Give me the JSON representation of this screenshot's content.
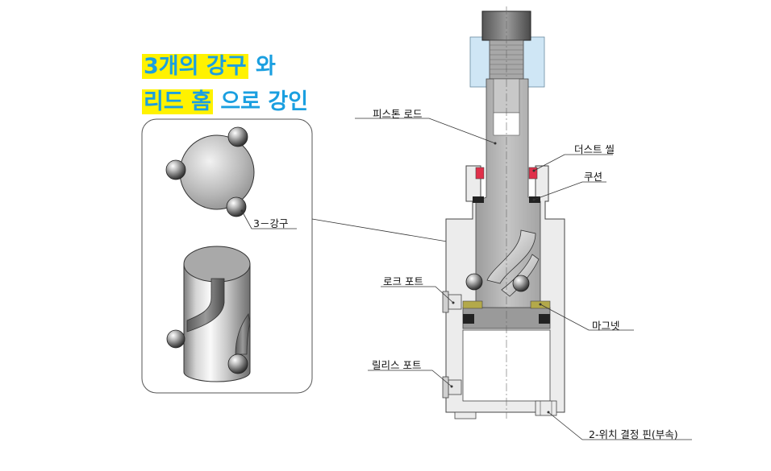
{
  "headline": {
    "line1_highlight": "3개의 강구",
    "line1_rest": "와",
    "line2_highlight": "리드 홈",
    "line2_rest": "으로 강인"
  },
  "labels": {
    "balls_3": "3－강구",
    "piston_rod": "피스톤 로드",
    "dust_seal": "더스트 씰",
    "cushion": "쿠션",
    "lock_port": "로크 포트",
    "magnet": "마그넷",
    "release_port": "릴리스 포트",
    "position_pin": "2-위치 결정 핀(부속)"
  },
  "colors": {
    "headline_text": "#1a9fe0",
    "highlight": "#fff200",
    "seal_red": "#e0304a",
    "magnet_olive": "#b3a94a",
    "rod_gray": "#b4b4b4",
    "body_light": "#ececec",
    "clamp_blue": "#cfe6f5"
  }
}
